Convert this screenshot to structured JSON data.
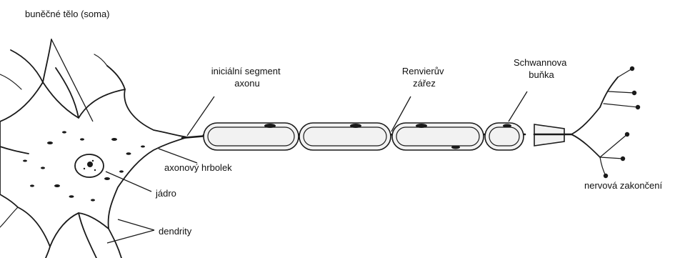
{
  "labels": {
    "soma": "buněčné tělo (soma)",
    "initial_segment_line1": "iniciální segment",
    "initial_segment_line2": "axonu",
    "node_line1": "Renvierův",
    "node_line2": "zářez",
    "schwann_line1": "Schwannova",
    "schwann_line2": "buňka",
    "axon_hillock": "axonový hrbolek",
    "nucleus": "jádro",
    "dendrites": "dendrity",
    "nerve_endings": "nervová zakončení"
  }
}
